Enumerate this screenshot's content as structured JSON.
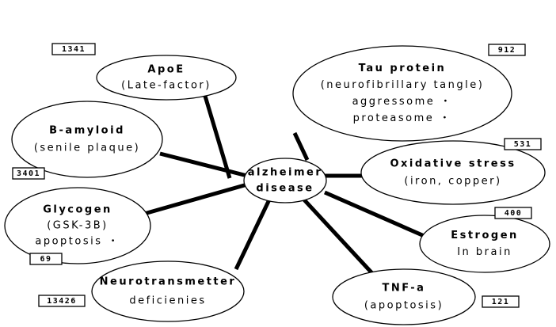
{
  "colors": {
    "stroke": "#000000",
    "fill": "#ffffff"
  },
  "center": {
    "lines": [
      "alzheimer",
      "disease"
    ]
  },
  "nodes": [
    {
      "id": "apoe",
      "lines": [
        "ApoE",
        "(Late-factor)"
      ],
      "count": "1341"
    },
    {
      "id": "tau",
      "lines": [
        "Tau protein",
        "(neurofibrillary tangle)",
        "aggressome ・",
        "proteasome ・"
      ],
      "count": "912"
    },
    {
      "id": "amyloid",
      "lines": [
        "B-amyloid",
        "(senile plaque)"
      ],
      "count": "3401"
    },
    {
      "id": "oxidative",
      "lines": [
        "Oxidative stress",
        "(iron, copper)"
      ],
      "count": "531"
    },
    {
      "id": "glycogen",
      "lines": [
        "Glycogen",
        "(GSK-3B)",
        "apoptosis ・"
      ],
      "count": "69"
    },
    {
      "id": "estrogen",
      "lines": [
        "Estrogen",
        "In brain"
      ],
      "count": "400"
    },
    {
      "id": "neurotransmitter",
      "lines": [
        "Neurotransmetter",
        "deficienies"
      ],
      "count": "13426"
    },
    {
      "id": "tnf",
      "lines": [
        "TNF-a",
        "(apoptosis)"
      ],
      "count": "121"
    }
  ]
}
